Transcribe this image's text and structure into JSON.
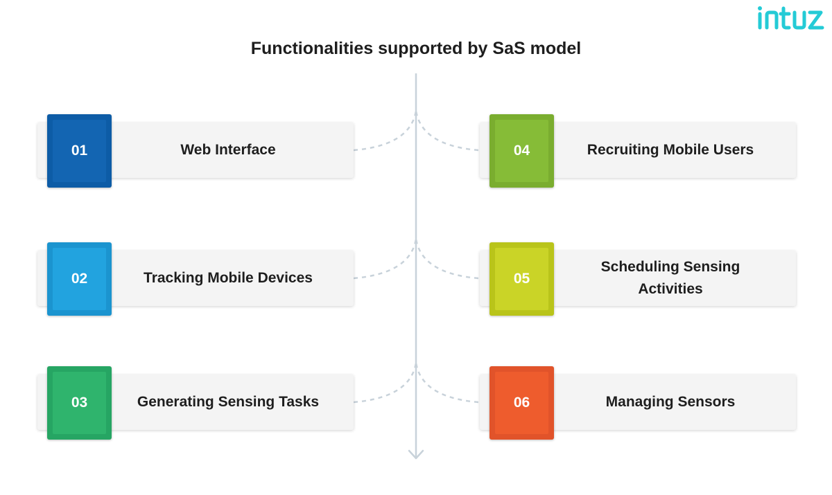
{
  "brand": {
    "name": "intuz",
    "color": "#24cbd6"
  },
  "title": "Functionalities supported by SaS model",
  "items": [
    {
      "number": "01",
      "label": "Web Interface",
      "outer": "#0d5ca6",
      "inner": "#1365b2"
    },
    {
      "number": "02",
      "label": "Tracking Mobile Devices",
      "outer": "#1b94cf",
      "inner": "#22a3df"
    },
    {
      "number": "03",
      "label": "Generating Sensing Tasks",
      "outer": "#26a563",
      "inner": "#2fb46d"
    },
    {
      "number": "04",
      "label": "Recruiting Mobile Users",
      "outer": "#7aad2f",
      "inner": "#86bc37"
    },
    {
      "number": "05",
      "label": "Scheduling Sensing Activities",
      "outer": "#b9c41a",
      "inner": "#cad427"
    },
    {
      "number": "06",
      "label": "Managing Sensors",
      "outer": "#e1532a",
      "inner": "#ee5c2d"
    }
  ]
}
